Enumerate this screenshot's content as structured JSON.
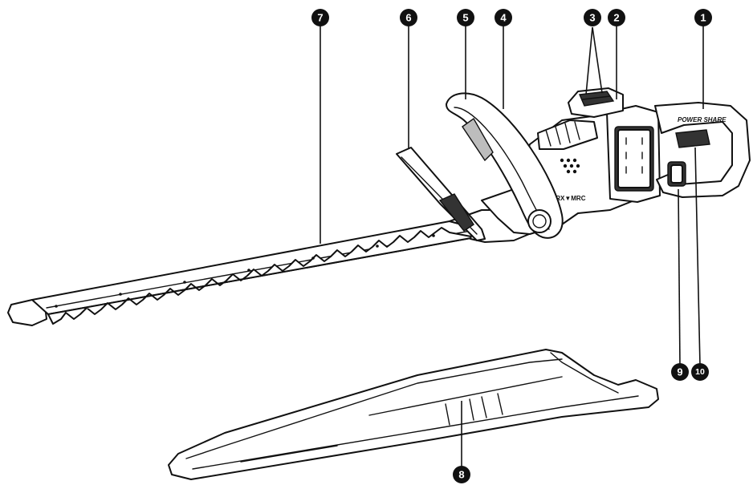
{
  "callouts": [
    {
      "id": "1",
      "label": "1"
    },
    {
      "id": "2",
      "label": "2"
    },
    {
      "id": "3",
      "label": "3"
    },
    {
      "id": "4",
      "label": "4"
    },
    {
      "id": "5",
      "label": "5"
    },
    {
      "id": "6",
      "label": "6"
    },
    {
      "id": "7",
      "label": "7"
    },
    {
      "id": "8",
      "label": "8"
    },
    {
      "id": "9",
      "label": "9"
    },
    {
      "id": "10",
      "label": "10"
    }
  ],
  "brand_text": "ORX▼MRC",
  "handle_marking": "POWER SHARE",
  "colors": {
    "line": "#111111",
    "fill": "#ffffff",
    "accent": "#333333"
  }
}
